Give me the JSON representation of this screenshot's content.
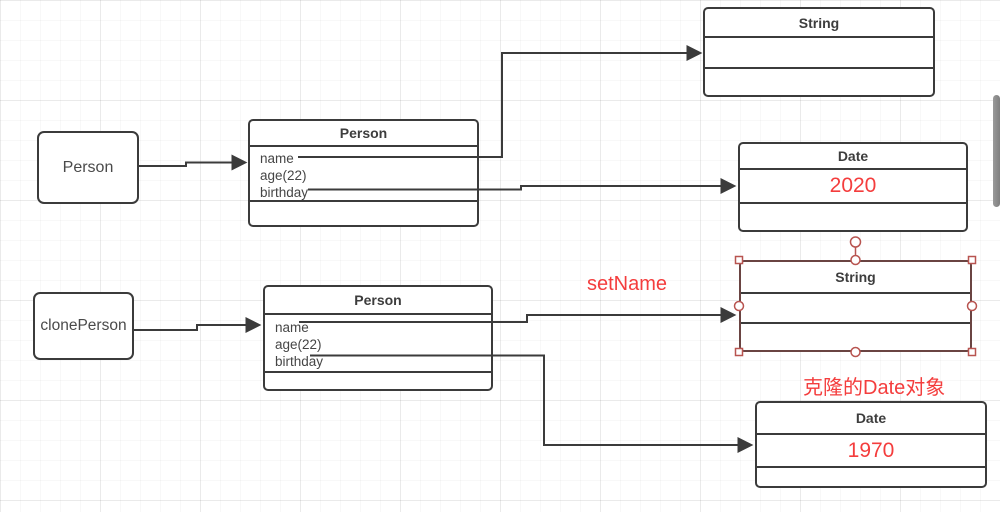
{
  "diagram": {
    "nodes": {
      "person_ref": {
        "label": "Person"
      },
      "clone_person_ref": {
        "label": "clonePerson"
      },
      "person_class_1": {
        "title": "Person",
        "fields": [
          "name",
          "age(22)",
          "birthday"
        ]
      },
      "person_class_2": {
        "title": "Person",
        "fields": [
          "name",
          "age(22)",
          "birthday"
        ]
      },
      "string_top": {
        "title": "String"
      },
      "date_2020": {
        "title": "Date",
        "value": "2020"
      },
      "string_selected": {
        "title": "String"
      },
      "date_1970": {
        "title": "Date",
        "value": "1970"
      }
    },
    "annotations": {
      "set_name": "setName",
      "clone_date_label": "克隆的Date对象"
    },
    "colors": {
      "shape_border": "#3b3b3b",
      "shape_text": "#454545",
      "accent_red": "#f43d3d",
      "selection_handle": "#b85450",
      "canvas_bg": "#ffffff",
      "scrollbar": "#8d8d8d"
    }
  }
}
